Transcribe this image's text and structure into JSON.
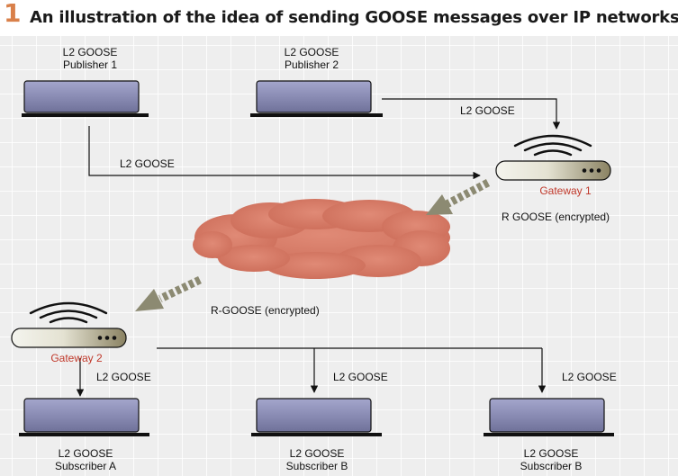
{
  "figure": {
    "number": "1",
    "title": "An illustration of the idea of sending GOOSE messages over IP networks"
  },
  "nodes": {
    "publisher1": {
      "line1": "L2 GOOSE",
      "line2": "Publisher 1"
    },
    "publisher2": {
      "line1": "L2 GOOSE",
      "line2": "Publisher 2"
    },
    "gateway1": {
      "label": "Gateway 1"
    },
    "gateway2": {
      "label": "Gateway 2"
    },
    "subscriberA": {
      "line1": "L2 GOOSE",
      "line2": "Subscriber A"
    },
    "subscriberB1": {
      "line1": "L2 GOOSE",
      "line2": "Subscriber B"
    },
    "subscriberB2": {
      "line1": "L2 GOOSE",
      "line2": "Subscriber B"
    }
  },
  "links": {
    "pub1_to_gw1": "L2 GOOSE",
    "pub2_to_gw1": "L2 GOOSE",
    "gw1_to_cloud": "R GOOSE (encrypted)",
    "cloud_to_gw2": "R-GOOSE (encrypted)",
    "gw2_to_subA": "L2 GOOSE",
    "gw2_to_subB1": "L2 GOOSE",
    "gw2_to_subB2": "L2 GOOSE"
  },
  "colors": {
    "figure_number": "#d9804a",
    "device_fill": "#8a8cb4",
    "cloud_fill": "#d97a66",
    "dashed_arrow": "#8c8a72",
    "gateway_label": "#c0392b"
  }
}
